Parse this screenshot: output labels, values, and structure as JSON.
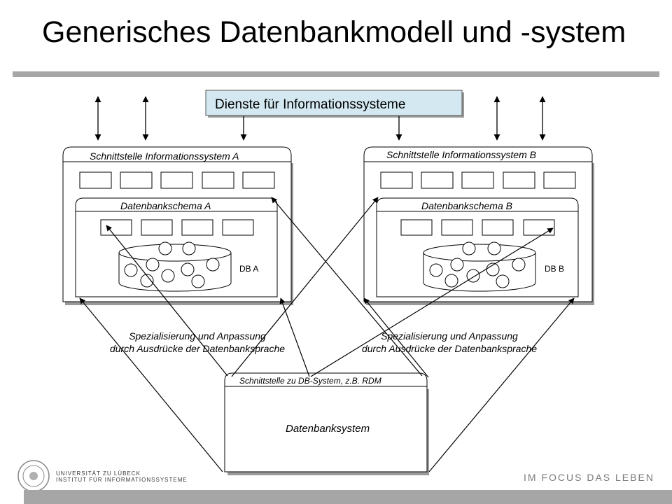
{
  "title": "Generisches Datenbankmodell und -system",
  "services_label": "Dienste für Informationssysteme",
  "system_a": {
    "interface_label": "Schnittstelle Informationssystem A",
    "schema_label": "Datenbankschema A",
    "db_label": "DB A"
  },
  "system_b": {
    "interface_label": "Schnittstelle Informationssystem B",
    "schema_label": "Datenbankschema B",
    "db_label": "DB B"
  },
  "specialization_left": {
    "line1": "Spezialisierung und Anpassung",
    "line2": "durch Ausdrücke der Datenbanksprache"
  },
  "specialization_right": {
    "line1": "Spezialisierung und Anpassung",
    "line2": "durch Ausdrücke der Datenbanksprache"
  },
  "dbsystem": {
    "interface_label": "Schnittstelle zu DB-System, z.B. RDM",
    "label": "Datenbanksystem"
  },
  "footer": {
    "university_line1": "UNIVERSITÄT ZU LÜBECK",
    "university_line2": "INSTITUT FÜR INFORMATIONSSYSTEME",
    "motto": "IM FOCUS DAS LEBEN"
  },
  "colors": {
    "services_box": "#d3e8f0",
    "rule": "#a6a6a6",
    "shadow": "#9a9a9a"
  }
}
